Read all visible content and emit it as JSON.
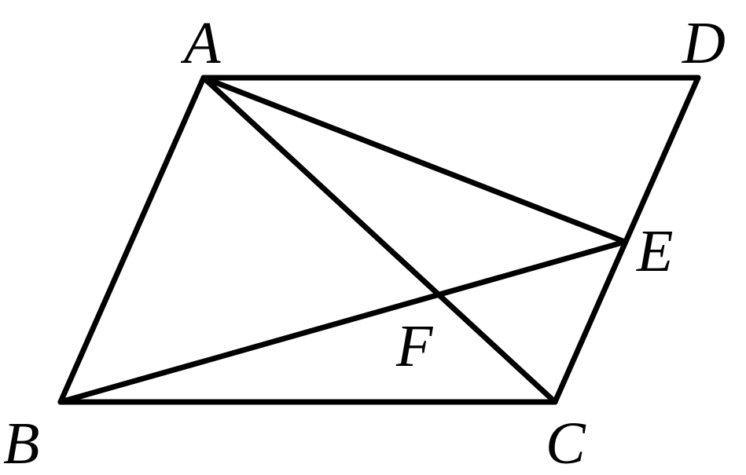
{
  "points": {
    "A": {
      "label": "A"
    },
    "B": {
      "label": "B"
    },
    "C": {
      "label": "C"
    },
    "D": {
      "label": "D"
    },
    "E": {
      "label": "E"
    },
    "F": {
      "label": "F"
    }
  },
  "segments": [
    [
      "A",
      "D"
    ],
    [
      "D",
      "C"
    ],
    [
      "C",
      "B"
    ],
    [
      "B",
      "A"
    ],
    [
      "A",
      "C"
    ],
    [
      "A",
      "E"
    ],
    [
      "B",
      "E"
    ]
  ],
  "colors": {
    "stroke": "#000000",
    "background": "#ffffff"
  }
}
